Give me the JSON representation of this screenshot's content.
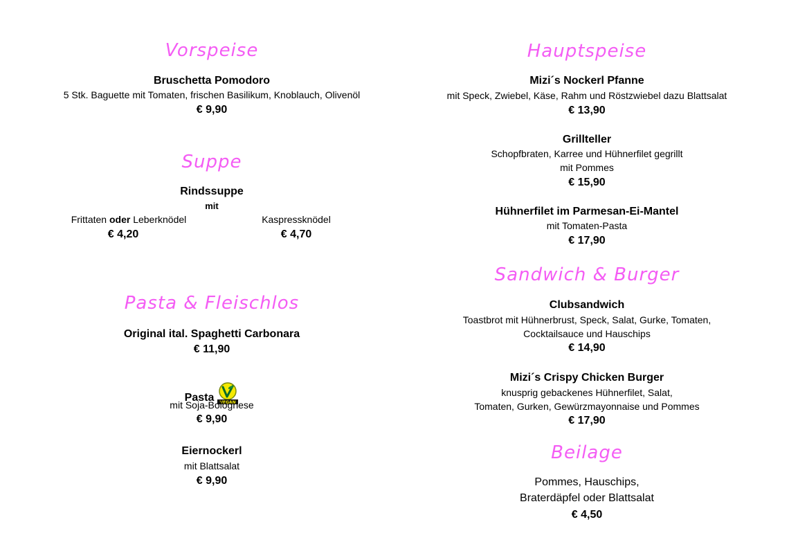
{
  "accent_color": "#f45cf4",
  "left": {
    "vorspeise": {
      "heading": "Vorspeise",
      "item_name": "Bruschetta Pomodoro",
      "item_desc": "5 Stk. Baguette mit Tomaten, frischen Basilikum, Knoblauch, Olivenöl",
      "item_price": "€ 9,90"
    },
    "suppe": {
      "heading": "Suppe",
      "name": "Rindssuppe",
      "mit": "mit",
      "option1_a": "Frittaten",
      "option1_oder": "oder",
      "option1_b": "Leberknödel",
      "option1_price": "€ 4,20",
      "option2": "Kaspressknödel",
      "option2_price": "€ 4,70"
    },
    "pasta": {
      "heading": "Pasta & Fleischlos",
      "items": [
        {
          "name": "Original ital. Spaghetti Carbonara",
          "desc": "",
          "price": "€ 11,90"
        },
        {
          "name": "Pasta",
          "desc": "mit Soja-Bolognese",
          "price": "€ 9,90",
          "badge": "VEGAN"
        },
        {
          "name": "Eiernockerl",
          "desc": "mit Blattsalat",
          "price": "€ 9,90"
        }
      ]
    }
  },
  "right": {
    "hauptspeise": {
      "heading": "Hauptspeise",
      "items": [
        {
          "name": "Mizi´s Nockerl Pfanne",
          "desc1": "mit Speck, Zwiebel, Käse, Rahm und Röstzwiebel dazu Blattsalat",
          "desc2": "",
          "price": "€ 13,90"
        },
        {
          "name": "Grillteller",
          "desc1": "Schopfbraten, Karree und Hühnerfilet gegrillt",
          "desc2": "mit Pommes",
          "price": "€ 15,90"
        },
        {
          "name": "Hühnerfilet im Parmesan-Ei-Mantel",
          "desc1": "mit Tomaten-Pasta",
          "desc2": "",
          "price": "€ 17,90"
        }
      ]
    },
    "sandwich": {
      "heading": "Sandwich & Burger",
      "items": [
        {
          "name": "Clubsandwich",
          "desc1": "Toastbrot mit Hühnerbrust, Speck, Salat, Gurke, Tomaten,",
          "desc2": "Cocktailsauce und Hauschips",
          "price": "€ 14,90"
        },
        {
          "name": "Mizi´s Crispy Chicken Burger",
          "desc1": "knusprig gebackenes Hühnerfilet, Salat,",
          "desc2": "Tomaten, Gurken, Gewürzmayonnaise und Pommes",
          "price": "€ 17,90"
        }
      ]
    },
    "beilage": {
      "heading": "Beilage",
      "line1": "Pommes, Hauschips,",
      "line2": "Braterdäpfel oder Blattsalat",
      "price": "€ 4,50"
    }
  }
}
